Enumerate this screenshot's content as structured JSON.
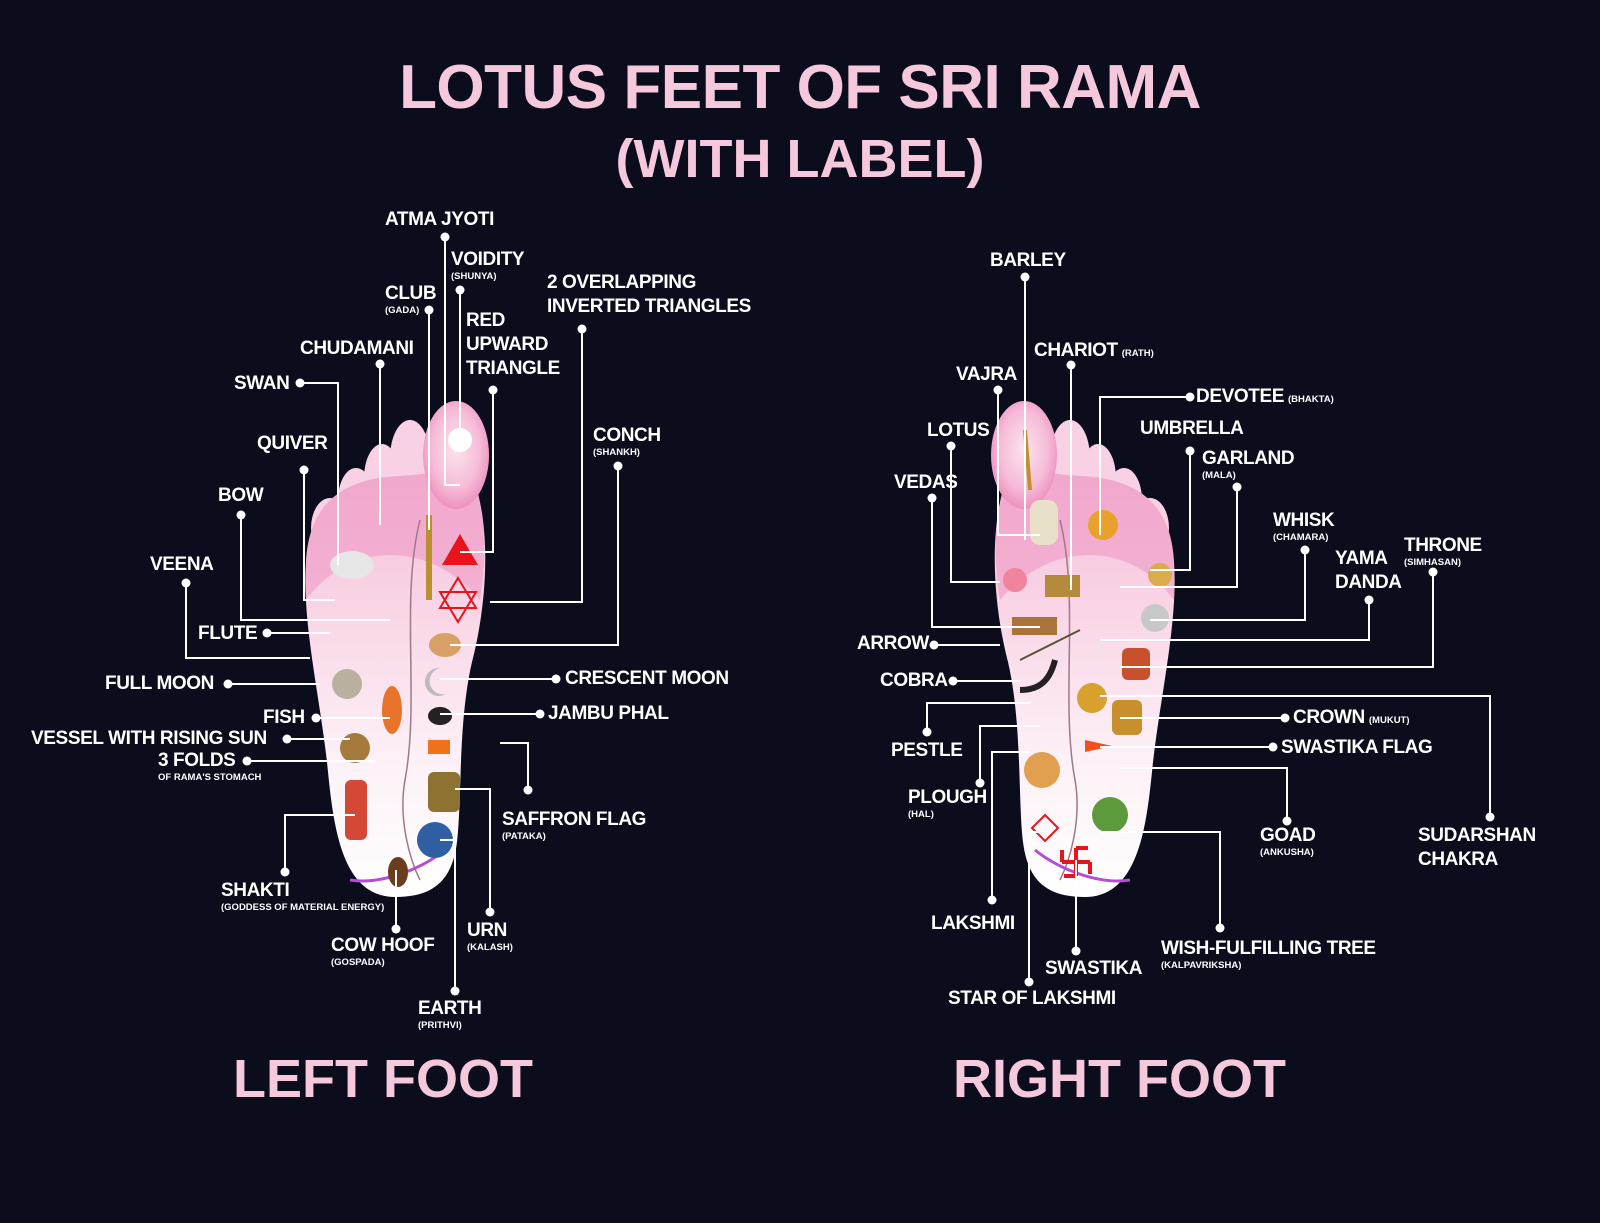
{
  "title": {
    "line1": "LOTUS FEET OF SRI RAMA",
    "line2": "(WITH LABEL)"
  },
  "colors": {
    "background": "#0b0c1c",
    "title": "#f6c8dc",
    "label": "#ffffff",
    "foot": "#f4a6cc"
  },
  "left_foot": {
    "heading": "LEFT FOOT",
    "labels": [
      {
        "name": "ATMA JYOTI"
      },
      {
        "name": "VOIDITY",
        "sub": "(SHUNYA)"
      },
      {
        "name": "CLUB",
        "sub": "(GADA)"
      },
      {
        "name": "2 OVERLAPPING",
        "name2": "INVERTED TRIANGLES"
      },
      {
        "name": "CHUDAMANI"
      },
      {
        "name": "RED",
        "name2": "UPWARD",
        "name3": "TRIANGLE"
      },
      {
        "name": "SWAN"
      },
      {
        "name": "QUIVER"
      },
      {
        "name": "CONCH",
        "sub": "(SHANKH)"
      },
      {
        "name": "BOW"
      },
      {
        "name": "VEENA"
      },
      {
        "name": "FLUTE"
      },
      {
        "name": "FULL MOON"
      },
      {
        "name": "CRESCENT MOON"
      },
      {
        "name": "FISH"
      },
      {
        "name": "JAMBU PHAL"
      },
      {
        "name": "VESSEL WITH RISING SUN"
      },
      {
        "name": "3 FOLDS",
        "sub": "OF RAMA'S STOMACH"
      },
      {
        "name": "SAFFRON FLAG",
        "sub": "(PATAKA)"
      },
      {
        "name": "SHAKTI",
        "sub": "(GODDESS OF MATERIAL ENERGY)"
      },
      {
        "name": "URN",
        "sub": "(KALASH)"
      },
      {
        "name": "COW HOOF",
        "sub": "(GOSPADA)"
      },
      {
        "name": "EARTH",
        "sub": "(PRITHVI)"
      }
    ]
  },
  "right_foot": {
    "heading": "RIGHT FOOT",
    "labels": [
      {
        "name": "BARLEY"
      },
      {
        "name": "CHARIOT",
        "sub": "(RATH)"
      },
      {
        "name": "VAJRA"
      },
      {
        "name": "DEVOTEE",
        "sub": "(BHAKTA)"
      },
      {
        "name": "LOTUS"
      },
      {
        "name": "UMBRELLA"
      },
      {
        "name": "GARLAND",
        "sub": "(MALA)"
      },
      {
        "name": "VEDAS"
      },
      {
        "name": "WHISK",
        "sub": "(CHAMARA)"
      },
      {
        "name": "YAMA",
        "name2": "DANDA"
      },
      {
        "name": "THRONE",
        "sub": "(SIMHASAN)"
      },
      {
        "name": "ARROW"
      },
      {
        "name": "COBRA"
      },
      {
        "name": "CROWN",
        "sub": "(MUKUT)"
      },
      {
        "name": "PESTLE"
      },
      {
        "name": "SWASTIKA FLAG"
      },
      {
        "name": "SUDARSHAN",
        "name2": "CHAKRA"
      },
      {
        "name": "PLOUGH",
        "sub": "(HAL)"
      },
      {
        "name": "GOAD",
        "sub": "(ANKUSHA)"
      },
      {
        "name": "LAKSHMI"
      },
      {
        "name": "WISH-FULFILLING TREE",
        "sub": "(KALPAVRIKSHA)"
      },
      {
        "name": "SWASTIKA"
      },
      {
        "name": "STAR OF LAKSHMI"
      }
    ]
  }
}
